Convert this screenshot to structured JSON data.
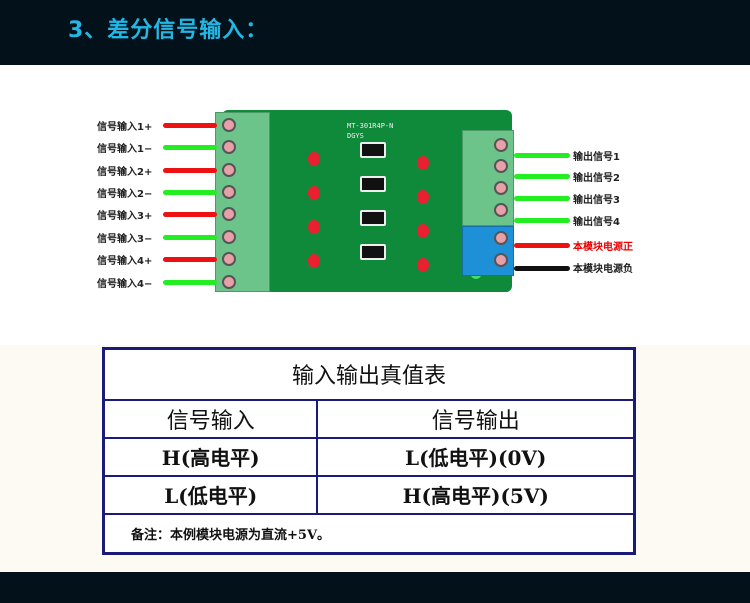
{
  "header": {
    "title": "3、差分信号输入："
  },
  "board": {
    "inputs": [
      "信号输入1+",
      "信号输入1−",
      "信号输入2+",
      "信号输入2−",
      "信号输入3+",
      "信号输入3−",
      "信号输入4+",
      "信号输入4−"
    ],
    "outputs": [
      "输出信号1",
      "输出信号2",
      "输出信号3",
      "输出信号4"
    ],
    "power_pos": "本模块电源正",
    "power_neg": "本模块电源负",
    "silk_model": "MT-301R4P-N",
    "silk_brand": "DGYS"
  },
  "table": {
    "title": "输入输出真值表",
    "headers": [
      "信号输入",
      "信号输出"
    ],
    "rows": [
      [
        "H(高电平)",
        "L(低电平)(0V)"
      ],
      [
        "L(低电平)",
        "H(高电平)(5V)"
      ]
    ],
    "note": "备注：本例模块电源为直流+5V。"
  },
  "colors": {
    "red_wire": "#ee1111",
    "green_wire": "#22ee22",
    "black_wire": "#111111",
    "table_border": "#1a1a7a",
    "title": "#22b8e6"
  }
}
